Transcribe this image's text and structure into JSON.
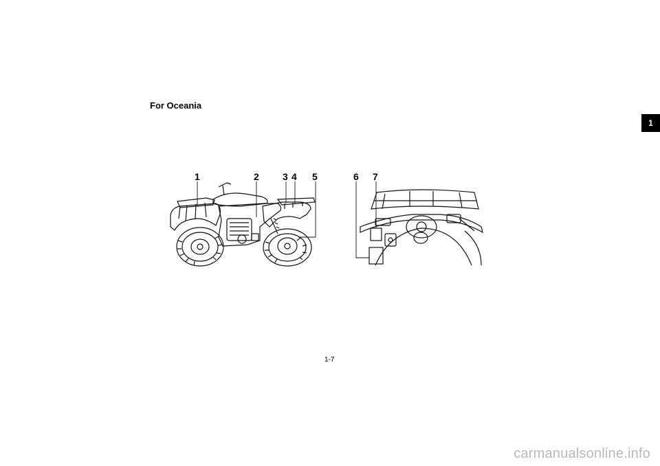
{
  "section_heading": "For Oceania",
  "chapter_tab": "1",
  "callouts": [
    "1",
    "2",
    "3",
    "4",
    "5",
    "6",
    "7"
  ],
  "page_number": "1-7",
  "watermark": "carmanualsonline.info",
  "illustrations": {
    "left": "atv-side-view",
    "right": "atv-handlebar-view"
  }
}
